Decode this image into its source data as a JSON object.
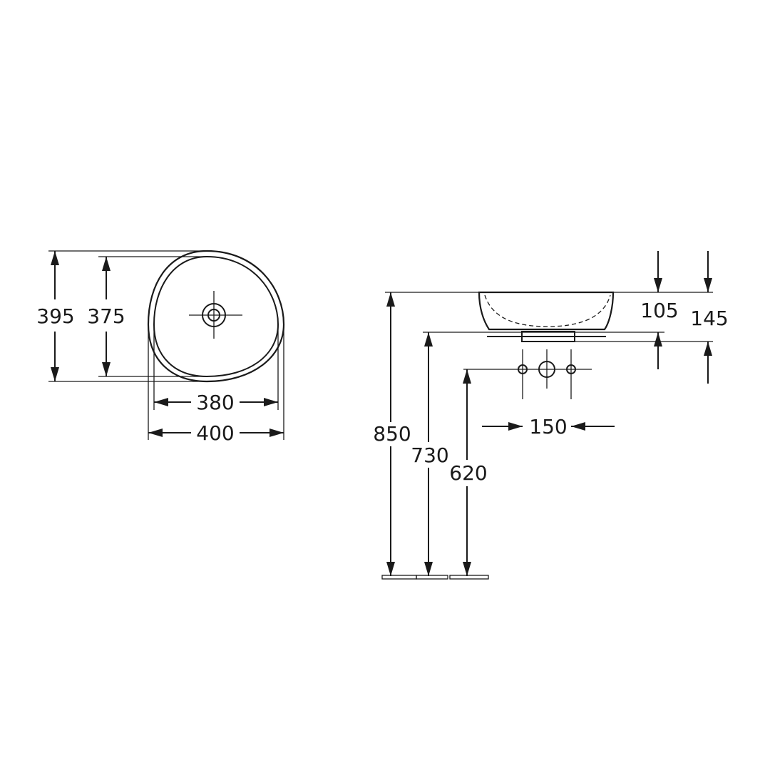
{
  "top_view": {
    "dimensions": {
      "outer_depth": "395",
      "inner_depth": "375",
      "inner_width": "380",
      "outer_width": "400"
    }
  },
  "side_view": {
    "dimensions": {
      "overall_height": "850",
      "rim_to_floor": "730",
      "connection_height": "620",
      "basin_height": "105",
      "total_height": "145",
      "tap_spacing": "150"
    }
  },
  "colors": {
    "line": "#1a1a1a",
    "background": "#ffffff"
  }
}
